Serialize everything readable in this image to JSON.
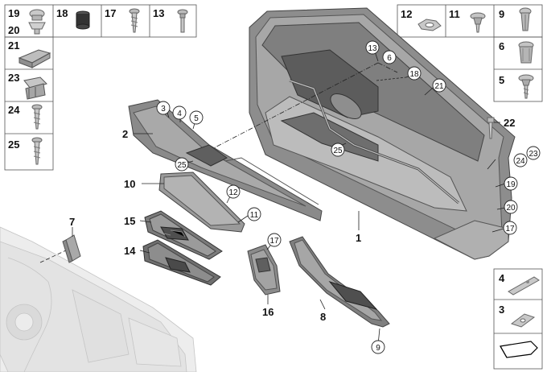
{
  "left_column": [
    {
      "num": "19",
      "part": "push-rivet"
    },
    {
      "num": "20",
      "part": "push-rivet"
    },
    {
      "num": "18",
      "part": "rubber-plug"
    },
    {
      "num": "17",
      "part": "self-tapping-screw"
    },
    {
      "num": "13",
      "part": "fillister-screw"
    },
    {
      "num": "21",
      "part": "clip-bracket"
    },
    {
      "num": "23",
      "part": "clamp-clip"
    },
    {
      "num": "24",
      "part": "screw"
    },
    {
      "num": "25",
      "part": "screw"
    }
  ],
  "right_column": [
    {
      "num": "12",
      "part": "spring-nut"
    },
    {
      "num": "11",
      "part": "screw-with-washer"
    },
    {
      "num": "9",
      "part": "expanding-rivet"
    },
    {
      "num": "6",
      "part": "expanding-nut"
    },
    {
      "num": "5",
      "part": "screw-with-washer"
    }
  ],
  "bottom_right": [
    {
      "num": "4",
      "part": "retaining-strip"
    },
    {
      "num": "3",
      "part": "bracket"
    }
  ],
  "plain_callouts": [
    "2",
    "10",
    "15",
    "14",
    "7",
    "1",
    "16",
    "8",
    "22"
  ],
  "circled_callouts": [
    "13",
    "6",
    "18",
    "21",
    "3",
    "4",
    "5",
    "25",
    "25",
    "12",
    "11",
    "17",
    "24",
    "23",
    "19",
    "20",
    "17",
    "9"
  ]
}
